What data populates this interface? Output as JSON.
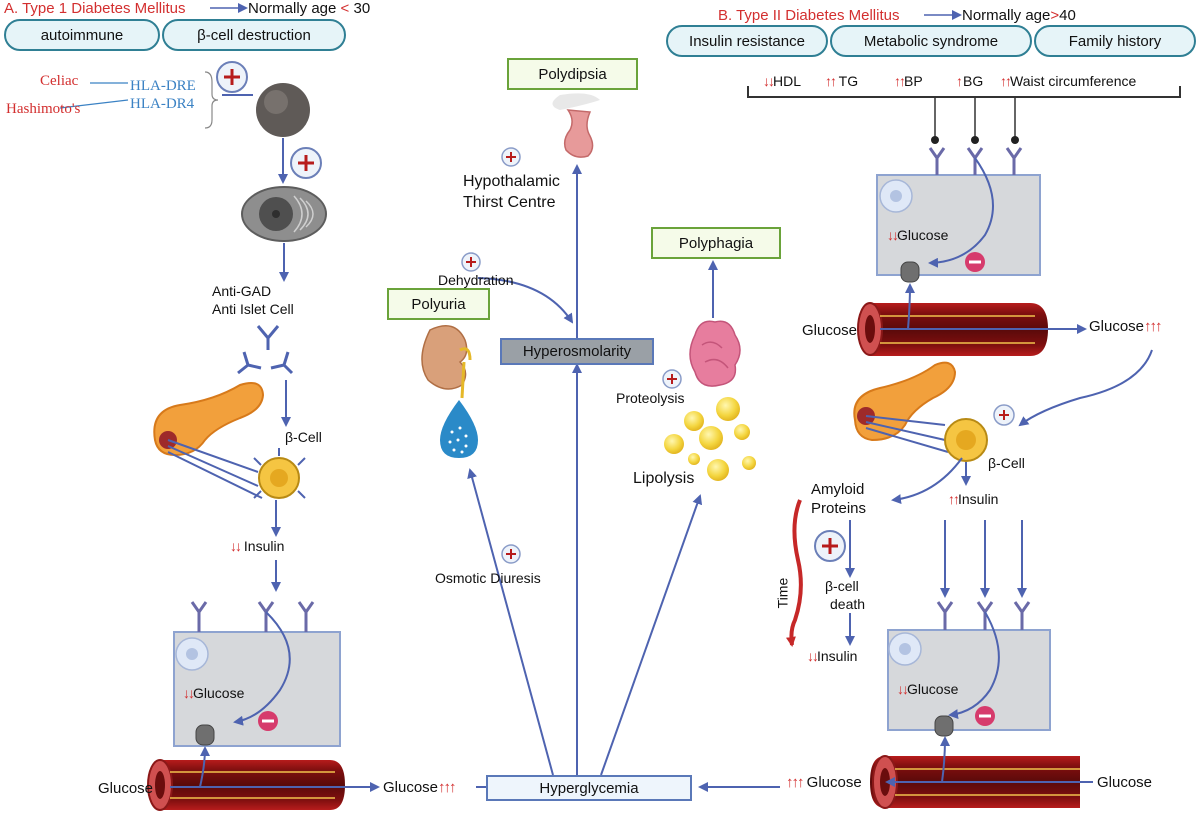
{
  "type1": {
    "title": "A. Type 1 Diabetes Mellitus",
    "age": "Normally age",
    "age_op": "<",
    "age_val": "30",
    "pills": [
      "autoimmune",
      "β-cell destruction"
    ],
    "celiac": "Celiac",
    "hashimoto": "Hashimoto's",
    "hla1": "HLA-DRE",
    "hla2": "HLA-DR4",
    "anti_gad": "Anti-GAD",
    "anti_islet": "Anti Islet Cell",
    "beta_cell": "β-Cell",
    "insulin": "Insulin",
    "cell_glucose": "Glucose",
    "vessel_glucose": "Glucose",
    "glucose_out": "Glucose"
  },
  "center": {
    "hyperglycemia": "Hyperglycemia",
    "osmotic_diuresis": "Osmotic Diuresis",
    "polyuria": "Polyuria",
    "dehydration": "Dehydration",
    "hyperosmolarity": "Hyperosmolarity",
    "hypothalamic1": "Hypothalamic",
    "hypothalamic2": "Thirst Centre",
    "polydipsia": "Polydipsia",
    "polyphagia": "Polyphagia",
    "proteolysis": "Proteolysis",
    "lipolysis": "Lipolysis"
  },
  "type2": {
    "title": "B. Type II Diabetes Mellitus",
    "age": "Normally age",
    "age_op": ">",
    "age_val": "40",
    "pills": [
      "Insulin resistance",
      "Metabolic syndrome",
      "Family history"
    ],
    "markers": [
      "HDL",
      "TG",
      "BP",
      "BG",
      "Waist circumference"
    ],
    "cell_glucose_top": "Glucose",
    "vessel_glucose_in": "Glucose",
    "vessel_glucose_out": "Glucose",
    "beta_cell": "β-Cell",
    "insulin_up": "Insulin",
    "amyloid1": "Amyloid",
    "amyloid2": "Proteins",
    "death1": "β-cell",
    "death2": "death",
    "insulin_down": "Insulin",
    "time": "Time",
    "cell_glucose_bottom": "Glucose",
    "glucose_bottom_mid": "Glucose",
    "glucose_bottom_right": "Glucose"
  },
  "colors": {
    "accent_red": "#d32f2f",
    "arrow_blue": "#4e63b0",
    "pill_border": "#2f7f94",
    "box_green": "#6aa33a"
  }
}
